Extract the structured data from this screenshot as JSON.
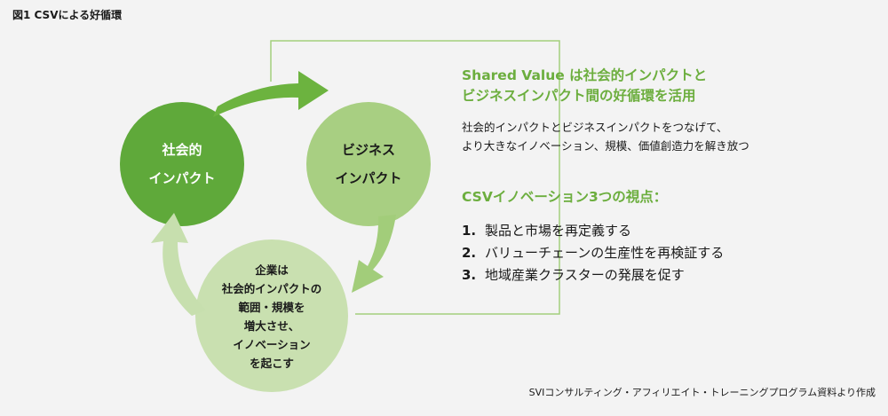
{
  "figure_title": "図1 CSVによる好循環",
  "colors": {
    "dark_green": "#5fa93a",
    "mid_green": "#a8cf82",
    "light_green": "#c9e0b0",
    "arrow_dark": "#6cb33f",
    "arrow_mid": "#a2cd7a",
    "arrow_light": "#c7dfae",
    "connector": "#a3cf7c",
    "accent_text": "#6cae3e"
  },
  "cycle": {
    "social_impact": [
      "社会的",
      "インパクト"
    ],
    "business_impact": [
      "ビジネス",
      "インパクト"
    ],
    "enterprise": [
      "企業は",
      "社会的インパクトの",
      "範囲・規模を",
      "増大させ、",
      "イノベーション",
      "を起こす"
    ]
  },
  "shared_value": {
    "title": [
      "Shared Value は社会的インパクトと",
      "ビジネスインパクト間の好循環を活用"
    ],
    "body": [
      "社会的インパクトとビジネスインパクトをつなげて、",
      "より大きなイノベーション、規模、価値創造力を解き放つ"
    ]
  },
  "csv_innovation": {
    "title": "CSVイノベーション3つの視点：",
    "items": [
      {
        "number": "1.",
        "text": "製品と市場を再定義する"
      },
      {
        "number": "2.",
        "text": "バリューチェーンの生産性を再検証する"
      },
      {
        "number": "3.",
        "text": "地域産業クラスターの発展を促す"
      }
    ]
  },
  "source": "SVIコンサルティング・アフィリエイト・トレーニングプログラム資料より作成"
}
